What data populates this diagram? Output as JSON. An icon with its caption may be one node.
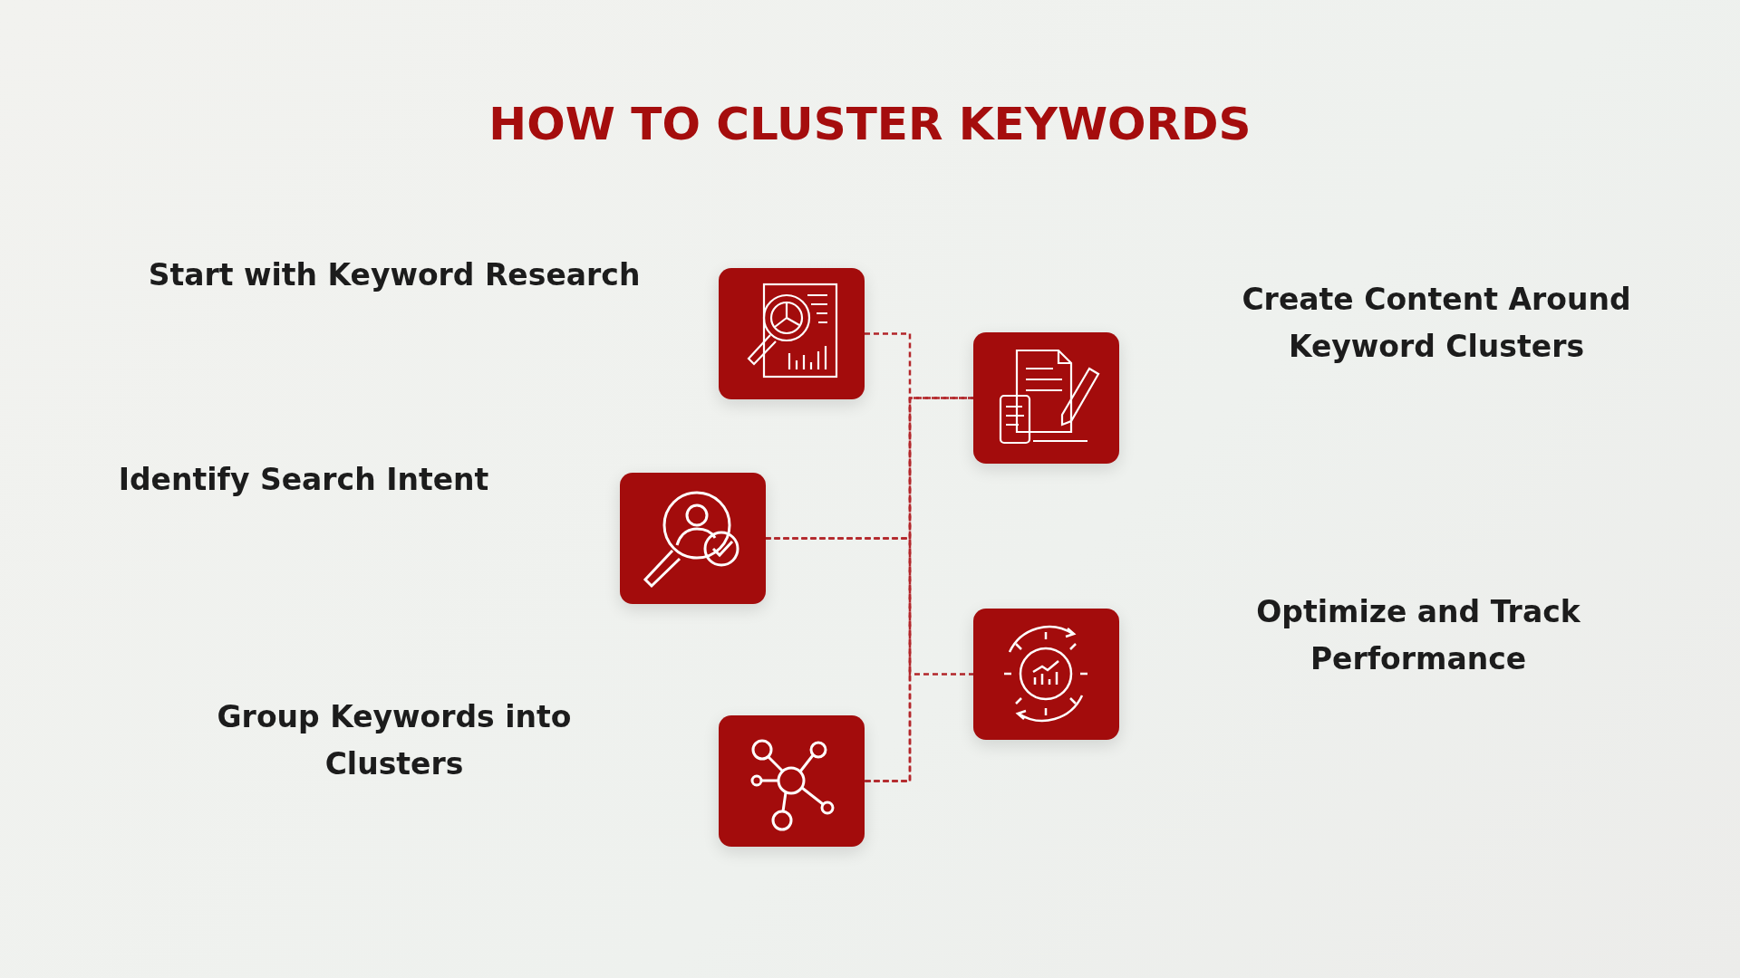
{
  "diagram": {
    "title": "HOW TO CLUSTER KEYWORDS",
    "nodes": [
      {
        "text": [],
        "shape": "box"
      },
      {
        "text": [],
        "shape": "box"
      },
      {
        "text": [],
        "shape": "box"
      },
      {
        "text": [],
        "shape": "box"
      },
      {
        "text": [],
        "shape": "box"
      }
    ],
    "edges": [
      {
        "from": 0,
        "to": 1,
        "arrow": "none",
        "style": "dashed"
      },
      {
        "from": 1,
        "to": 2,
        "arrow": "none",
        "style": "dashed"
      },
      {
        "from": 2,
        "to": 3,
        "arrow": "none",
        "style": "dashed"
      },
      {
        "from": 3,
        "to": 4,
        "arrow": "none",
        "style": "dashed"
      }
    ],
    "labels": [
      "Start with Keyword Research",
      "Create Content Around Keyword Clusters",
      "Identify Search Intent",
      "Optimize and Track Performance",
      "Group Keywords into Clusters"
    ]
  }
}
